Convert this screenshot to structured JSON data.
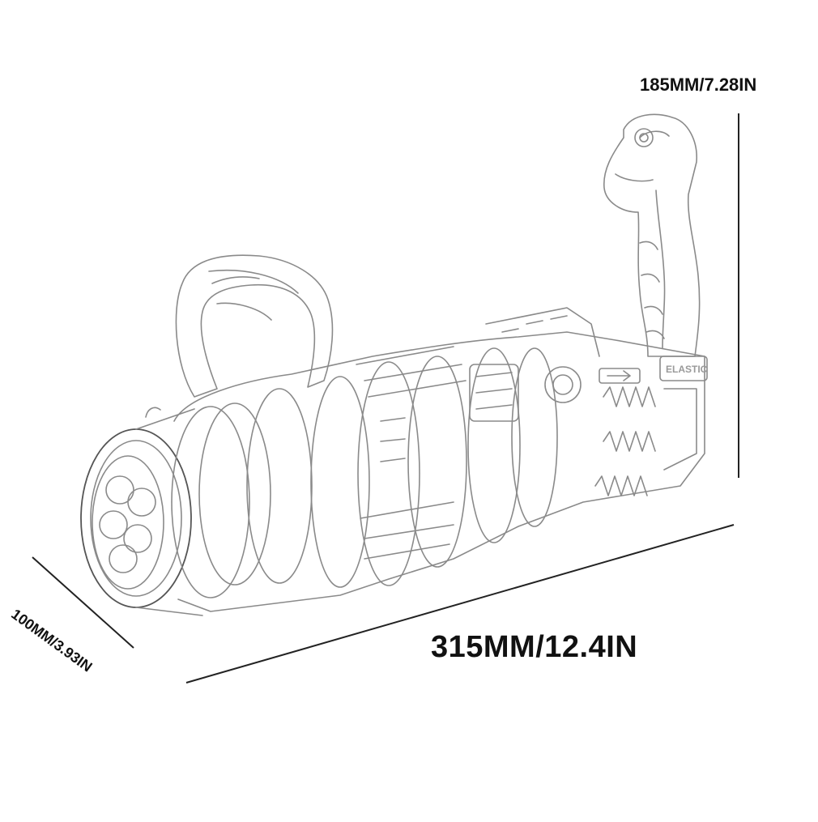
{
  "dimensions": {
    "height": "185MM/7.28IN",
    "length": "315MM/12.4IN",
    "width": "100MM/3.93IN"
  },
  "product": {
    "side_text": "ELASTIC"
  },
  "colors": {
    "outline": "#8a8a8a",
    "dimension_line": "#222222",
    "label": "#111111",
    "background": "#ffffff"
  }
}
